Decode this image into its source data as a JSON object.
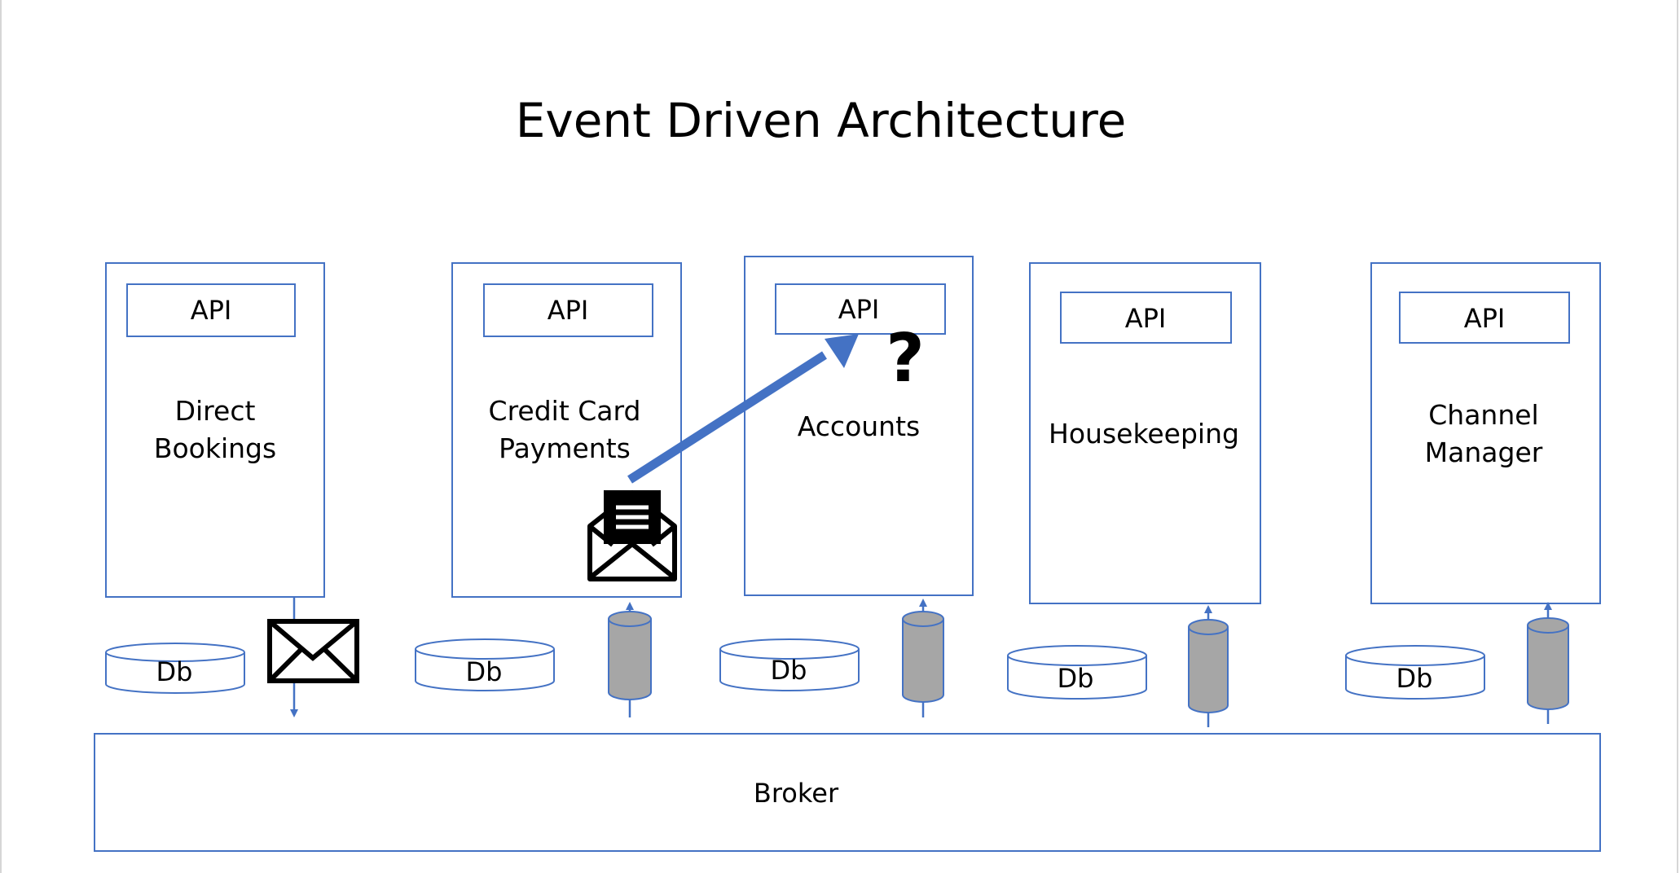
{
  "title": "Event Driven Architecture",
  "services": [
    {
      "api": "API",
      "name_lines": [
        "Direct",
        "Bookings"
      ],
      "db": "Db"
    },
    {
      "api": "API",
      "name_lines": [
        "Credit Card",
        "Payments"
      ],
      "db": "Db"
    },
    {
      "api": "API",
      "name_lines": [
        "Accounts"
      ],
      "db": "Db"
    },
    {
      "api": "API",
      "name_lines": [
        "Housekeeping"
      ],
      "db": "Db"
    },
    {
      "api": "API",
      "name_lines": [
        "Channel",
        "Manager"
      ],
      "db": "Db"
    }
  ],
  "broker": "Broker",
  "question_mark": "?",
  "colors": {
    "border": "#4472c4",
    "arrow": "#4472c4",
    "queue": "#a6a6a6",
    "line": "#4472c4"
  },
  "icons": [
    "closed-envelope-icon",
    "open-envelope-with-letter-icon",
    "question-mark-icon",
    "queue-cylinder-icon",
    "database-icon"
  ]
}
